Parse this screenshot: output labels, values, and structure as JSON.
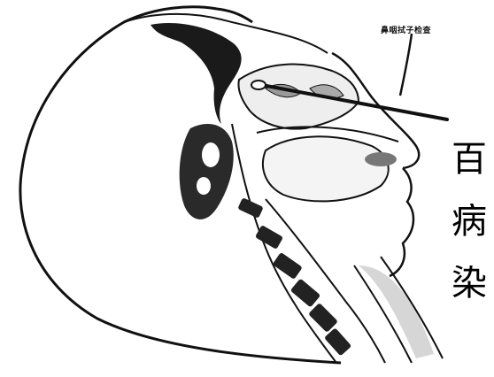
{
  "figure": {
    "callout_label": "鼻咽拭子检查",
    "side_text": [
      "百",
      "病",
      "染"
    ]
  },
  "colors": {
    "ink": "#111111",
    "shade": "#444444",
    "background": "#ffffff"
  }
}
